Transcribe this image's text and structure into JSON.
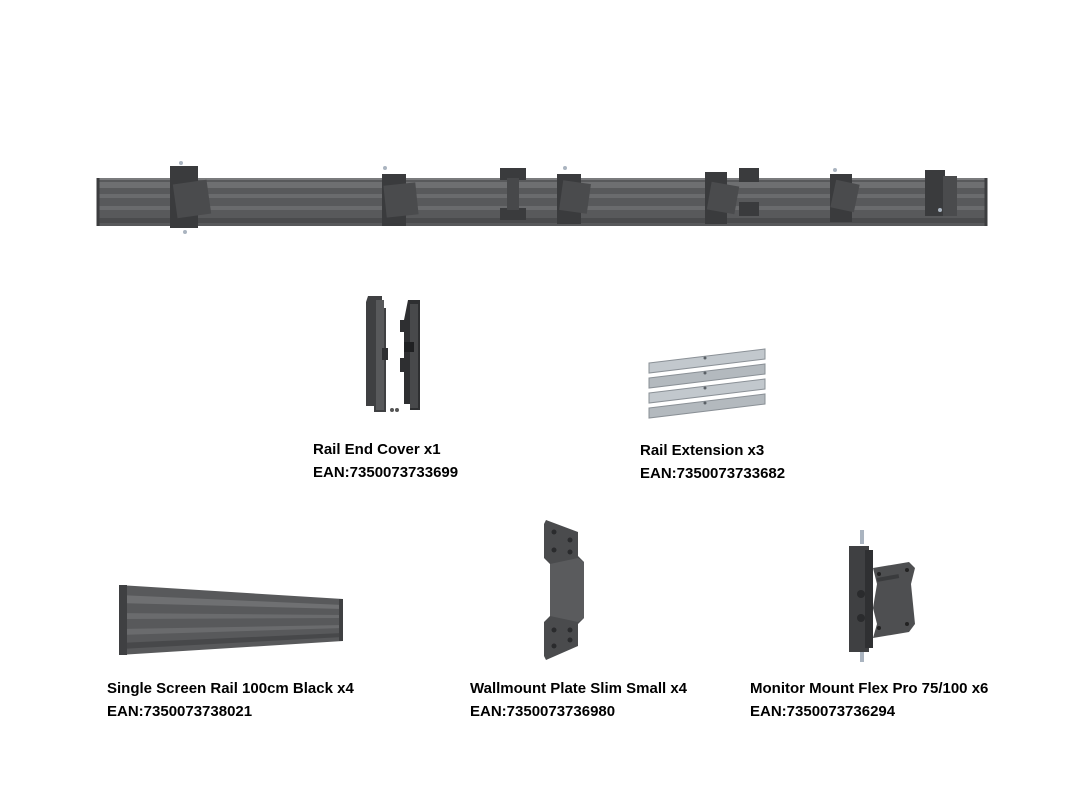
{
  "colors": {
    "background": "#ffffff",
    "rail": "#58595b",
    "rail_dark": "#3c3d3f",
    "rail_light": "#77787a",
    "silver": "#b9bfc4",
    "text": "#000000"
  },
  "products": [
    {
      "icon": "rail-end-cover-icon",
      "name": "Rail End Cover x1",
      "ean": "EAN:7350073733699"
    },
    {
      "icon": "rail-extension-icon",
      "name": "Rail Extension x3",
      "ean": "EAN:7350073733682"
    },
    {
      "icon": "single-screen-rail-icon",
      "name": "Single Screen Rail 100cm Black x4",
      "ean": "EAN:7350073738021"
    },
    {
      "icon": "wallmount-plate-icon",
      "name": "Wallmount Plate Slim Small x4",
      "ean": "EAN:7350073736980"
    },
    {
      "icon": "monitor-mount-icon",
      "name": "Monitor Mount Flex Pro 75/100 x6",
      "ean": "EAN:7350073736294"
    }
  ]
}
